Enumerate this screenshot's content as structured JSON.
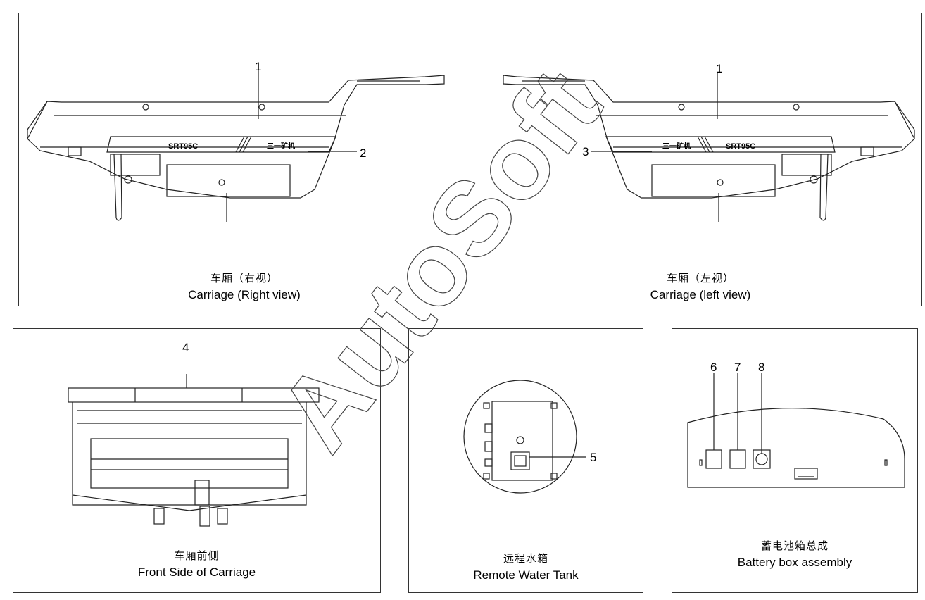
{
  "panels": {
    "right_view": {
      "caption_zh": "车厢（右视）",
      "caption_en": "Carriage (Right view)"
    },
    "left_view": {
      "caption_zh": "车厢（左视）",
      "caption_en": "Carriage (left view)"
    },
    "front_side": {
      "caption_zh": "车厢前侧",
      "caption_en": "Front Side of Carriage"
    },
    "water_tank": {
      "caption_zh": "远程水箱",
      "caption_en": "Remote Water Tank"
    },
    "battery_box": {
      "caption_zh": "蓄电池箱总成",
      "caption_en": "Battery box assembly"
    }
  },
  "callouts": [
    "1",
    "2",
    "1",
    "3",
    "4",
    "5",
    "6",
    "7",
    "8"
  ],
  "decal_text": {
    "model": "SRT95C",
    "brand": "三一矿机"
  },
  "watermark": "AutoSoft"
}
